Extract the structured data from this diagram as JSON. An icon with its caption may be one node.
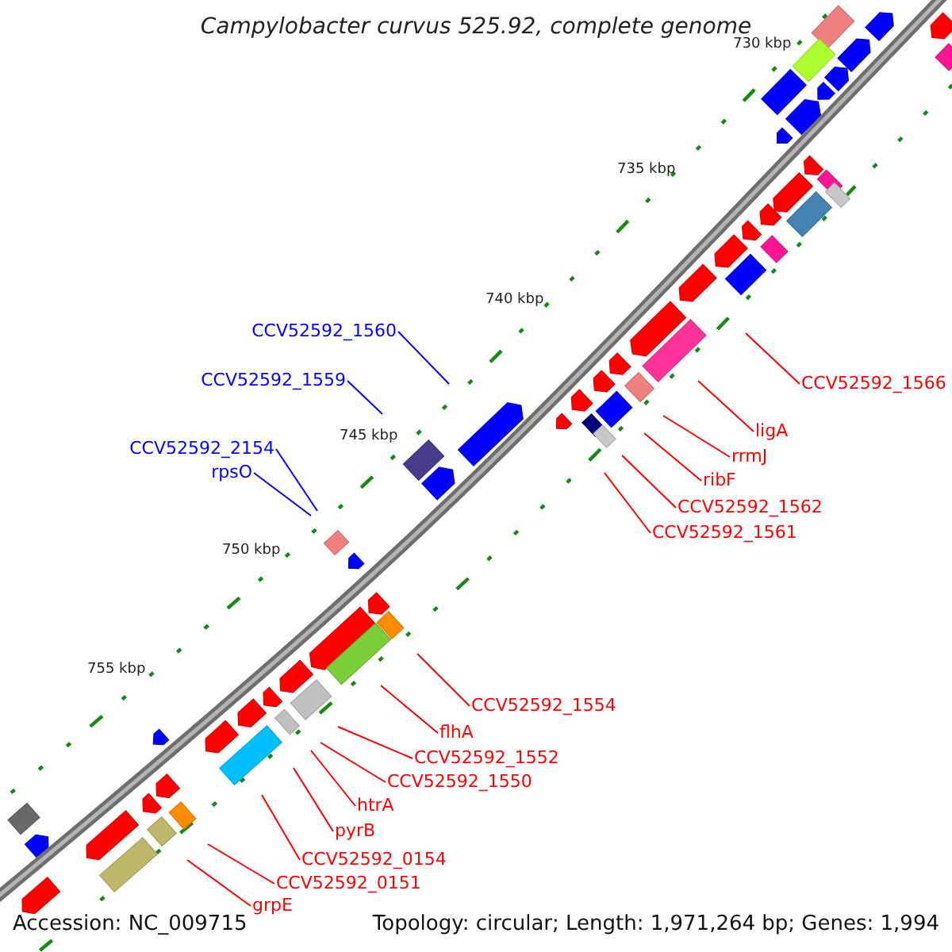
{
  "diagram": {
    "title": "Campylobacter curvus 525.92, complete genome",
    "nodes": [
      {
        "text": [
          "CCV52592_1560"
        ]
      },
      {
        "text": [
          "CCV52592_1559"
        ]
      },
      {
        "text": [
          "CCV52592_2154"
        ]
      },
      {
        "text": [
          "rpsO"
        ]
      },
      {
        "text": [
          "CCV52592_1566"
        ]
      },
      {
        "text": [
          "ligA"
        ]
      },
      {
        "text": [
          "rrmJ"
        ]
      },
      {
        "text": [
          "ribF"
        ]
      },
      {
        "text": [
          "CCV52592_1562"
        ]
      },
      {
        "text": [
          "CCV52592_1561"
        ]
      },
      {
        "text": [
          "CCV52592_1554"
        ]
      },
      {
        "text": [
          "flhA"
        ]
      },
      {
        "text": [
          "CCV52592_1552"
        ]
      },
      {
        "text": [
          "CCV52592_1550"
        ]
      },
      {
        "text": [
          "htrA"
        ]
      },
      {
        "text": [
          "pyrB"
        ]
      },
      {
        "text": [
          "CCV52592_0154"
        ]
      },
      {
        "text": [
          "CCV52592_0151"
        ]
      },
      {
        "text": [
          "grpE"
        ]
      }
    ],
    "edges": [
      {
        "from": 0,
        "to": null,
        "arrow": "none",
        "color": "#0000ff"
      },
      {
        "from": 1,
        "to": null,
        "arrow": "none",
        "color": "#0000ff"
      },
      {
        "from": 2,
        "to": null,
        "arrow": "none",
        "color": "#0000ff"
      },
      {
        "from": 3,
        "to": null,
        "arrow": "none",
        "color": "#0000ff"
      },
      {
        "from": 4,
        "to": null,
        "arrow": "none"
      },
      {
        "from": 5,
        "to": null,
        "arrow": "none"
      },
      {
        "from": 6,
        "to": null,
        "arrow": "none"
      },
      {
        "from": 7,
        "to": null,
        "arrow": "none"
      },
      {
        "from": 8,
        "to": null,
        "arrow": "none"
      },
      {
        "from": 9,
        "to": null,
        "arrow": "none"
      },
      {
        "from": 10,
        "to": null,
        "arrow": "none"
      },
      {
        "from": 11,
        "to": null,
        "arrow": "none"
      },
      {
        "from": 12,
        "to": null,
        "arrow": "none"
      },
      {
        "from": 13,
        "to": null,
        "arrow": "none"
      },
      {
        "from": 14,
        "to": null,
        "arrow": "none"
      },
      {
        "from": 15,
        "to": null,
        "arrow": "none"
      },
      {
        "from": 16,
        "to": null,
        "arrow": "none"
      },
      {
        "from": 17,
        "to": null,
        "arrow": "none"
      },
      {
        "from": 18,
        "to": null,
        "arrow": "none"
      }
    ],
    "labels": [
      "730 kbp",
      "735 kbp",
      "740 kbp",
      "745 kbp",
      "750 kbp",
      "755 kbp",
      "Accession: NC_009715",
      "Topology: circular; Length: 1,971,264 bp; Genes: 1,994"
    ]
  }
}
